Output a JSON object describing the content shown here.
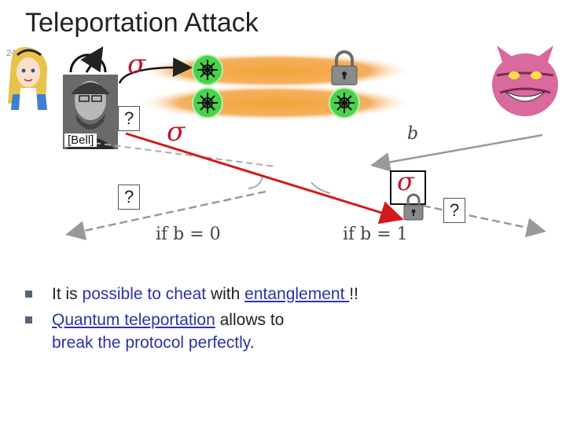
{
  "slide": {
    "title": "Teleportation Attack",
    "number": "24"
  },
  "diagram": {
    "sigma_top": "σ",
    "sigma_middle": "σ",
    "sigma_box": "σ",
    "b_label": "b",
    "question_marks": [
      "?",
      "?",
      "?"
    ],
    "bell_label": "[Bell]",
    "condition_left": "if b = 0",
    "condition_right": "if b = 1",
    "colors": {
      "accent_red": "#c0152f",
      "beam_orange": "#f2a33a",
      "node_green": "#49d24a",
      "arrow_red": "#d11a1a",
      "dash_gray": "#9a9a9a"
    }
  },
  "bullets": {
    "item1": {
      "pre": "It is ",
      "blue": "possible to cheat",
      "mid": " with ",
      "link": "entanglement ",
      "post": "!!"
    },
    "item2": {
      "link": "Quantum teleportation",
      "mid": " allows to",
      "blue2": "break the protocol perfectly",
      "post": "."
    }
  }
}
